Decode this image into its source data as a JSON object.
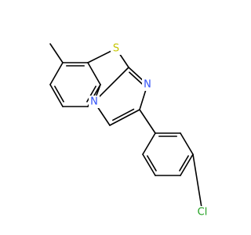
{
  "molecule": {
    "atoms": {
      "sulfur": {
        "label": "S",
        "color": "#c6c600"
      },
      "nitrogen_imine": {
        "label": "N",
        "color": "#3050f8"
      },
      "nitrogen_bridge": {
        "label": "N",
        "color": "#3050f8"
      },
      "chlorine": {
        "label": "Cl",
        "color": "#1fa01f"
      }
    },
    "bond_color": "#000000"
  }
}
